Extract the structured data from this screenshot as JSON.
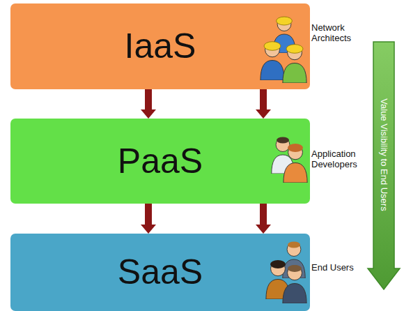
{
  "diagram": {
    "nodes": [
      {
        "text": [
          "IaaS",
          "Network Architects"
        ]
      },
      {
        "text": [
          "PaaS",
          "Application Developers"
        ]
      },
      {
        "text": [
          "SaaS",
          "End Users"
        ]
      }
    ],
    "edges": [
      {
        "from": 0,
        "to": 1,
        "arrow": "to"
      },
      {
        "from": 0,
        "to": 1,
        "arrow": "to"
      },
      {
        "from": 1,
        "to": 2,
        "arrow": "to"
      },
      {
        "from": 1,
        "to": 2,
        "arrow": "to"
      }
    ],
    "labels": [
      "Value Visibility to End Users"
    ]
  }
}
